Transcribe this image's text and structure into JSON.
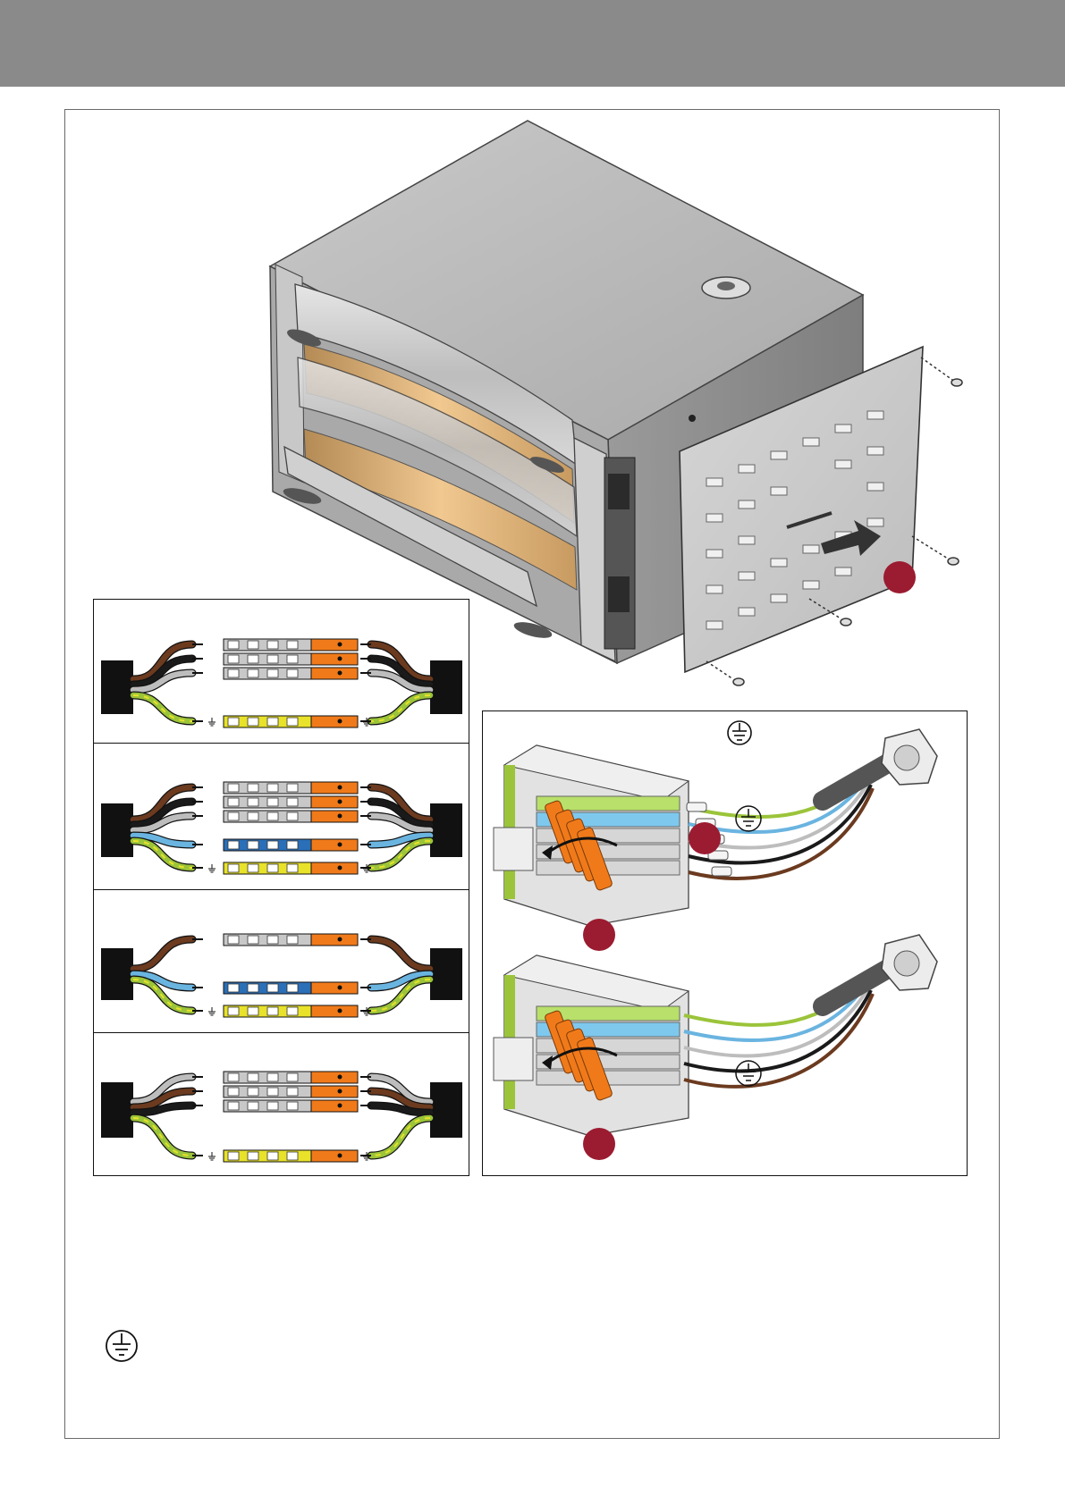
{
  "colors": {
    "header_bar": "#8a8a8a",
    "callout_marker": "#9b1b30",
    "wire_brown": "#6b3a1f",
    "wire_black": "#1a1a1a",
    "wire_grey": "#bdbdbd",
    "wire_blue": "#6ab4e0",
    "wire_green_yellow": "#9bc43a",
    "terminal_orange": "#f07a1a",
    "terminal_yellow": "#e8e22a",
    "terminal_blue": "#2a6fb8",
    "terminal_grey": "#c8c8c8",
    "oven_steel": "#b9b9b9"
  },
  "icons": {
    "ground": "protective-earth-symbol",
    "screw": "screw",
    "arrow": "removal-arrow",
    "cable_gland": "cable-gland"
  },
  "wiring_configurations": [
    {
      "conductors": [
        "brown",
        "black",
        "grey"
      ],
      "neutral": false,
      "earth": true
    },
    {
      "conductors": [
        "brown",
        "black",
        "grey"
      ],
      "neutral": true,
      "earth": true
    },
    {
      "conductors": [
        "brown"
      ],
      "neutral": true,
      "earth": true
    },
    {
      "conductors": [
        "grey",
        "brown",
        "black"
      ],
      "neutral": false,
      "earth": true
    }
  ]
}
